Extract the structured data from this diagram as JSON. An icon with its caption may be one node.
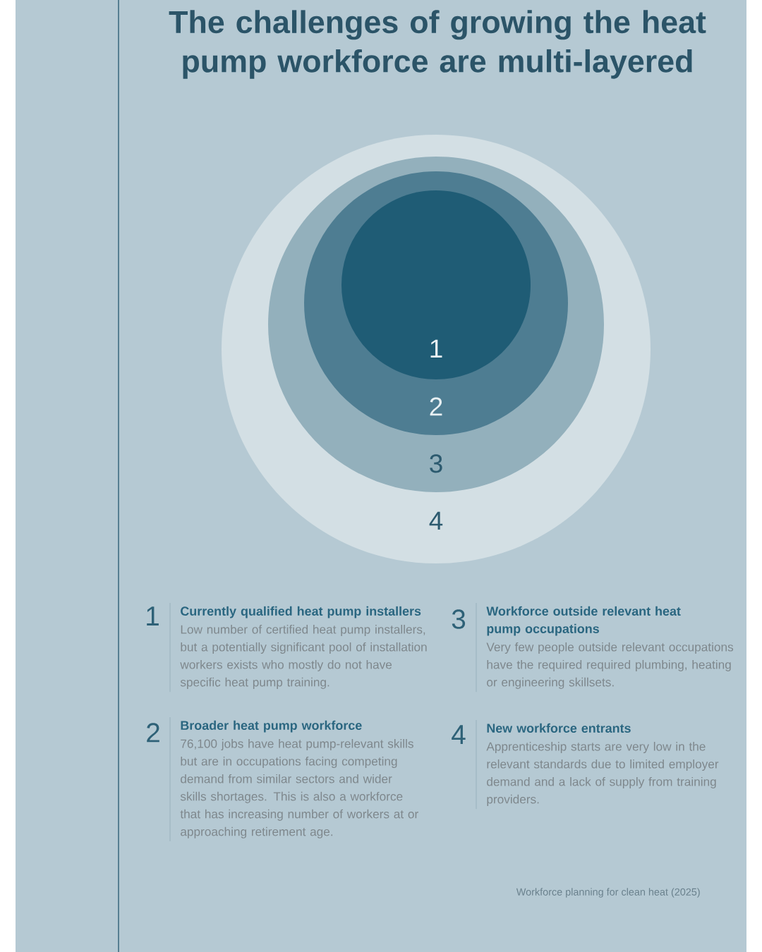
{
  "diagram": {
    "title": "The challenges of growing the heat pump workforce are multi-layered",
    "nodes": [
      {
        "text": [
          "4"
        ]
      },
      {
        "text": [
          "3"
        ],
        "in": 0
      },
      {
        "text": [
          "2"
        ],
        "in": 1
      },
      {
        "text": [
          "1"
        ],
        "in": 2
      }
    ],
    "labels": [
      "1",
      "Currently qualified heat pump installers",
      "Low number of certified heat pump installers, but a potentially significant pool of installation workers exists who mostly do not have specific heat pump training.",
      "3",
      "Workforce outside relevant heat pump occupations",
      "Very few people outside relevant occupations have the required required plumbing, heating or engineering skillsets.",
      "2",
      "Broader heat pump workforce",
      "76,100 jobs have heat pump-relevant skills but are in occupations facing competing demand from similar sectors and wider skills shortages. This is also a workforce that has increasing number of workers at or approaching retirement age.",
      "4",
      "New workforce entrants",
      "Apprenticeship starts are very low in the relevant standards due to limited employer demand and a lack of supply from training providers.",
      "Workforce planning for clean heat (2025)"
    ]
  }
}
